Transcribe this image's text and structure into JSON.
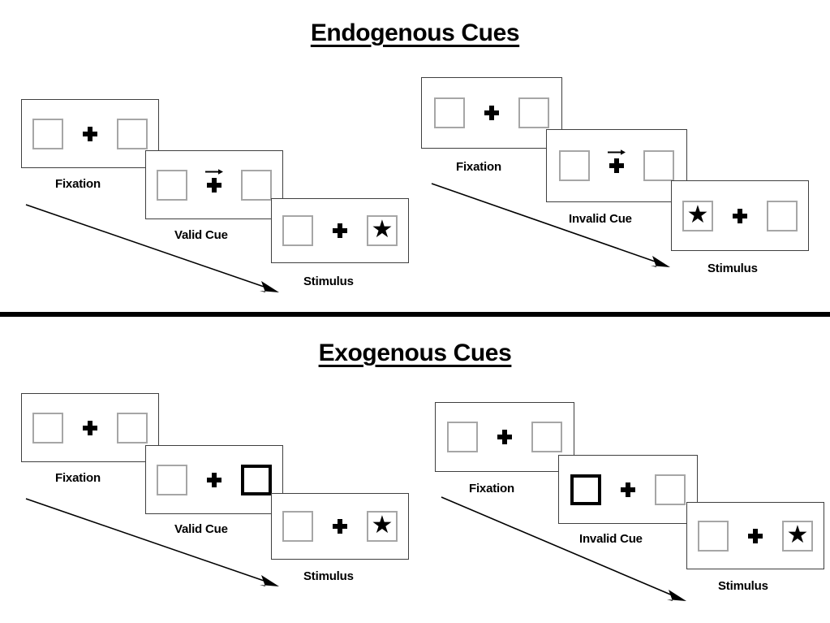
{
  "page": {
    "background": "#ffffff",
    "ink": "#000000",
    "box_outline_color": "#a6a6a6",
    "frame_outline_color": "#3f3f3f",
    "highlight_color": "#000000"
  },
  "sections": [
    {
      "id": "endogenous",
      "title": "Endogenous Cues",
      "columns": [
        {
          "id": "endogenous-valid",
          "frames": [
            {
              "id": "endo-valid-fixation",
              "label": "Fixation",
              "left_box": "empty",
              "right_box": "empty",
              "center": "plus",
              "cue_arrow": "none"
            },
            {
              "id": "endo-valid-cue",
              "label": "Valid Cue",
              "left_box": "empty",
              "right_box": "empty",
              "center": "plus",
              "cue_arrow": "right-arrow-icon"
            },
            {
              "id": "endo-valid-stimulus",
              "label": "Stimulus",
              "left_box": "empty",
              "right_box": "star",
              "center": "plus",
              "cue_arrow": "none"
            }
          ],
          "time_arrow": "diagonal-arrow-down-right"
        },
        {
          "id": "endogenous-invalid",
          "frames": [
            {
              "id": "endo-invalid-fixation",
              "label": "Fixation",
              "left_box": "empty",
              "right_box": "empty",
              "center": "plus",
              "cue_arrow": "none"
            },
            {
              "id": "endo-invalid-cue",
              "label": "Invalid Cue",
              "left_box": "empty",
              "right_box": "empty",
              "center": "plus",
              "cue_arrow": "right-arrow-icon"
            },
            {
              "id": "endo-invalid-stimulus",
              "label": "Stimulus",
              "left_box": "star",
              "right_box": "empty",
              "center": "plus",
              "cue_arrow": "none"
            }
          ],
          "time_arrow": "diagonal-arrow-down-right"
        }
      ]
    },
    {
      "id": "exogenous",
      "title": "Exogenous Cues",
      "columns": [
        {
          "id": "exogenous-valid",
          "frames": [
            {
              "id": "exo-valid-fixation",
              "label": "Fixation",
              "left_box": "empty",
              "right_box": "empty",
              "center": "plus",
              "cue_arrow": "none"
            },
            {
              "id": "exo-valid-cue",
              "label": "Valid Cue",
              "left_box": "empty",
              "right_box": "highlight",
              "center": "plus",
              "cue_arrow": "none"
            },
            {
              "id": "exo-valid-stimulus",
              "label": "Stimulus",
              "left_box": "empty",
              "right_box": "star",
              "center": "plus",
              "cue_arrow": "none"
            }
          ],
          "time_arrow": "diagonal-arrow-down-right"
        },
        {
          "id": "exogenous-invalid",
          "frames": [
            {
              "id": "exo-invalid-fixation",
              "label": "Fixation",
              "left_box": "empty",
              "right_box": "empty",
              "center": "plus",
              "cue_arrow": "none"
            },
            {
              "id": "exo-invalid-cue",
              "label": "Invalid Cue",
              "left_box": "highlight",
              "right_box": "empty",
              "center": "plus",
              "cue_arrow": "none"
            },
            {
              "id": "exo-invalid-stimulus",
              "label": "Stimulus",
              "left_box": "empty",
              "right_box": "star",
              "center": "plus",
              "cue_arrow": "none"
            }
          ],
          "time_arrow": "diagonal-arrow-down-right"
        }
      ]
    }
  ],
  "glyphs": {
    "star": "★"
  }
}
